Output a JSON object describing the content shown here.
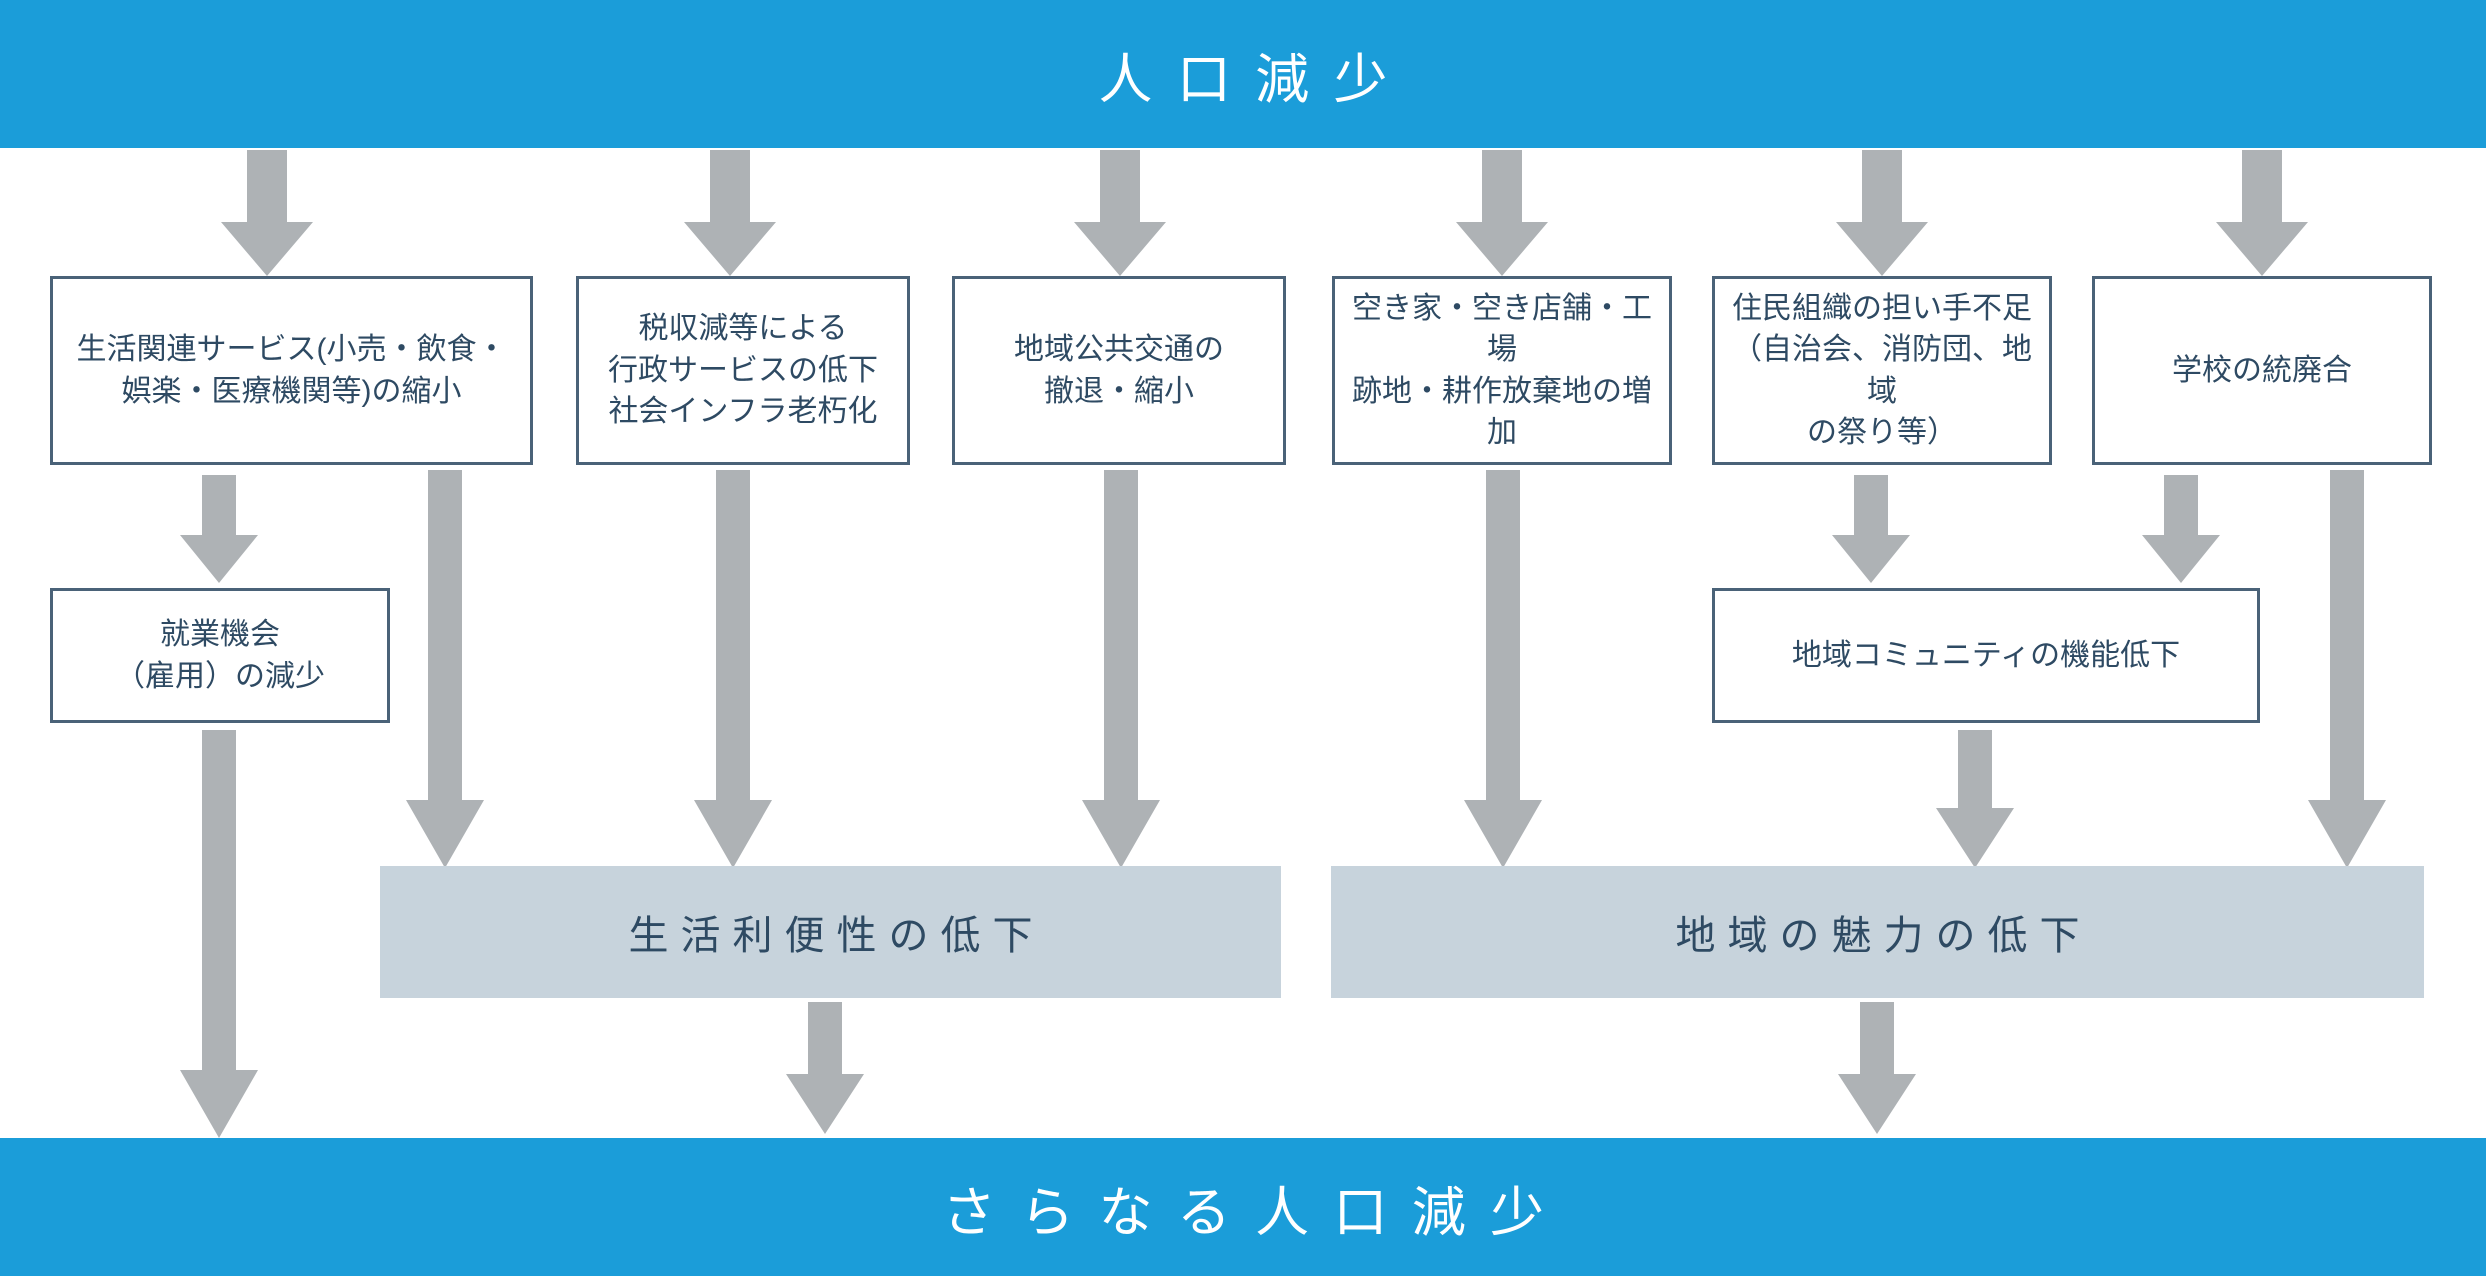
{
  "diagram": {
    "title_top": "人口減少",
    "title_bottom": "さらなる人口減少",
    "colors": {
      "banner": "#1b9dd9",
      "banner_text": "#ffffff",
      "node_border": "#4a6278",
      "node_text": "#2e4a63",
      "summary_fill": "#c7d3dc",
      "arrow_fill": "#aeb2b5"
    },
    "nodes": [
      {
        "id": "services",
        "line1": "生活関連サービス(小売・飲食・",
        "line2": "娯楽・医療機関等)の縮小",
        "line3": "",
        "line4": ""
      },
      {
        "id": "tax",
        "line1": "税収減等による",
        "line2": "行政サービスの低下",
        "line3": "社会インフラ老朽化",
        "line4": ""
      },
      {
        "id": "transit",
        "line1": "地域公共交通の",
        "line2": "撤退・縮小",
        "line3": "",
        "line4": ""
      },
      {
        "id": "vacant",
        "line1": "空き家・空き店舗・工場",
        "line2": "跡地・耕作放棄地の増",
        "line3": "加",
        "line4": ""
      },
      {
        "id": "residents",
        "line1": "住民組織の担い手不足",
        "line2": "（自治会、消防団、地域",
        "line3": "の祭り等）",
        "line4": ""
      },
      {
        "id": "school",
        "line1": "学校の統廃合",
        "line2": "",
        "line3": "",
        "line4": ""
      },
      {
        "id": "jobs",
        "line1": "就業機会",
        "line2": "（雇用）の減少",
        "line3": "",
        "line4": ""
      },
      {
        "id": "community",
        "line1": "地域コミュニティの機能低下",
        "line2": "",
        "line3": "",
        "line4": ""
      }
    ],
    "summaries": [
      {
        "id": "convenience",
        "label": "生活利便性の低下"
      },
      {
        "id": "attractiveness",
        "label": "地域の魅力の低下"
      }
    ],
    "arrow_names": [
      "population-to-services",
      "population-to-tax",
      "population-to-transit",
      "population-to-vacant",
      "population-to-residents",
      "population-to-school",
      "services-to-jobs",
      "services-to-convenience",
      "tax-to-convenience",
      "transit-to-convenience",
      "vacant-to-attractiveness",
      "residents-to-community",
      "school-to-community",
      "school-to-attractiveness",
      "community-to-attractiveness",
      "jobs-to-further-decline",
      "convenience-to-further-decline",
      "attractiveness-to-further-decline"
    ]
  }
}
